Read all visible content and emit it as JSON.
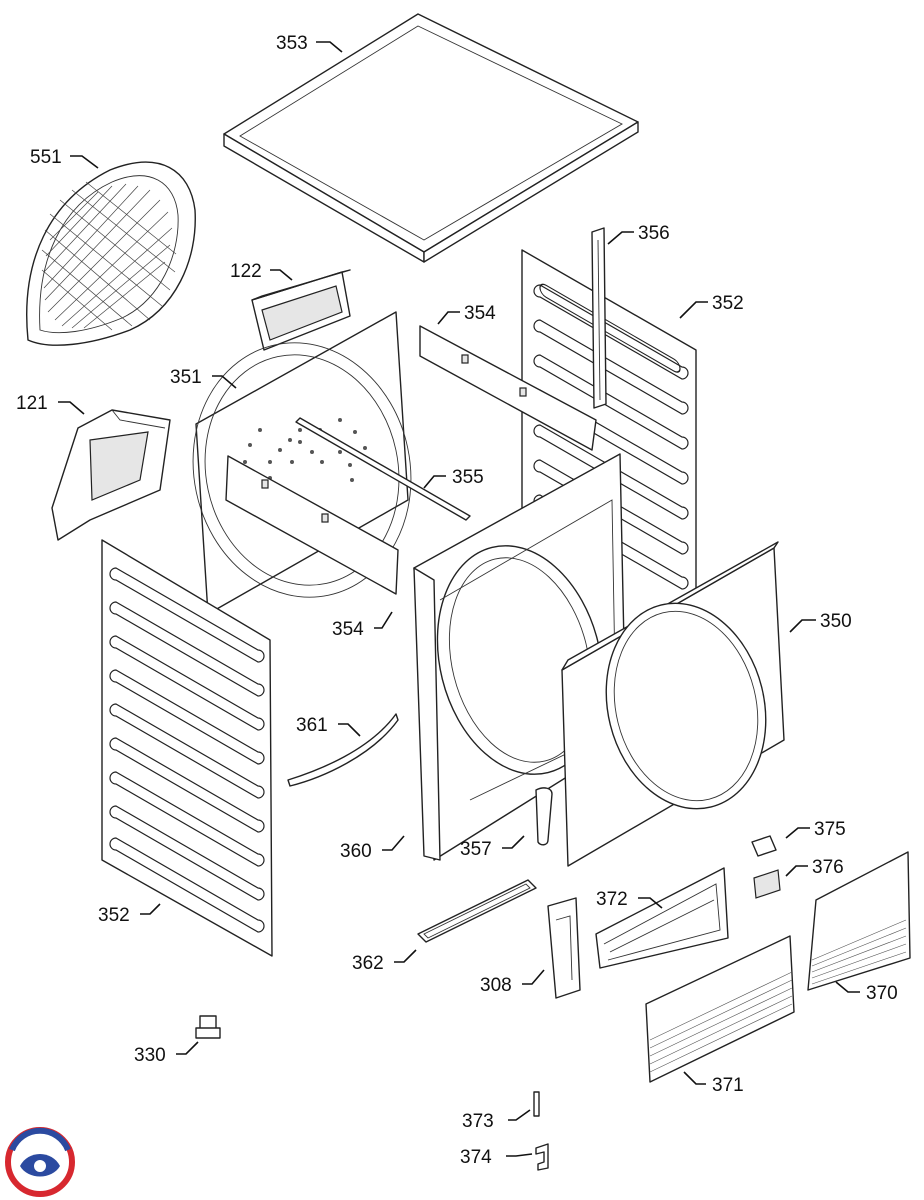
{
  "callouts": [
    {
      "id": "c353",
      "text": "353"
    },
    {
      "id": "c551",
      "text": "551"
    },
    {
      "id": "c122",
      "text": "122"
    },
    {
      "id": "c356",
      "text": "356"
    },
    {
      "id": "c354a",
      "text": "354"
    },
    {
      "id": "c352a",
      "text": "352"
    },
    {
      "id": "c351",
      "text": "351"
    },
    {
      "id": "c121",
      "text": "121"
    },
    {
      "id": "c355",
      "text": "355"
    },
    {
      "id": "c350",
      "text": "350"
    },
    {
      "id": "c354b",
      "text": "354"
    },
    {
      "id": "c361",
      "text": "361"
    },
    {
      "id": "c360",
      "text": "360"
    },
    {
      "id": "c357",
      "text": "357"
    },
    {
      "id": "c375",
      "text": "375"
    },
    {
      "id": "c376",
      "text": "376"
    },
    {
      "id": "c372",
      "text": "372"
    },
    {
      "id": "c352b",
      "text": "352"
    },
    {
      "id": "c362",
      "text": "362"
    },
    {
      "id": "c308",
      "text": "308"
    },
    {
      "id": "c370",
      "text": "370"
    },
    {
      "id": "c330",
      "text": "330"
    },
    {
      "id": "c371",
      "text": "371"
    },
    {
      "id": "c373",
      "text": "373"
    },
    {
      "id": "c374",
      "text": "374"
    }
  ],
  "colors": {
    "line": "#222222",
    "logo_red": "#d7282f",
    "logo_blue": "#2b4aa0"
  },
  "logo": {
    "name": "brand-logo"
  }
}
